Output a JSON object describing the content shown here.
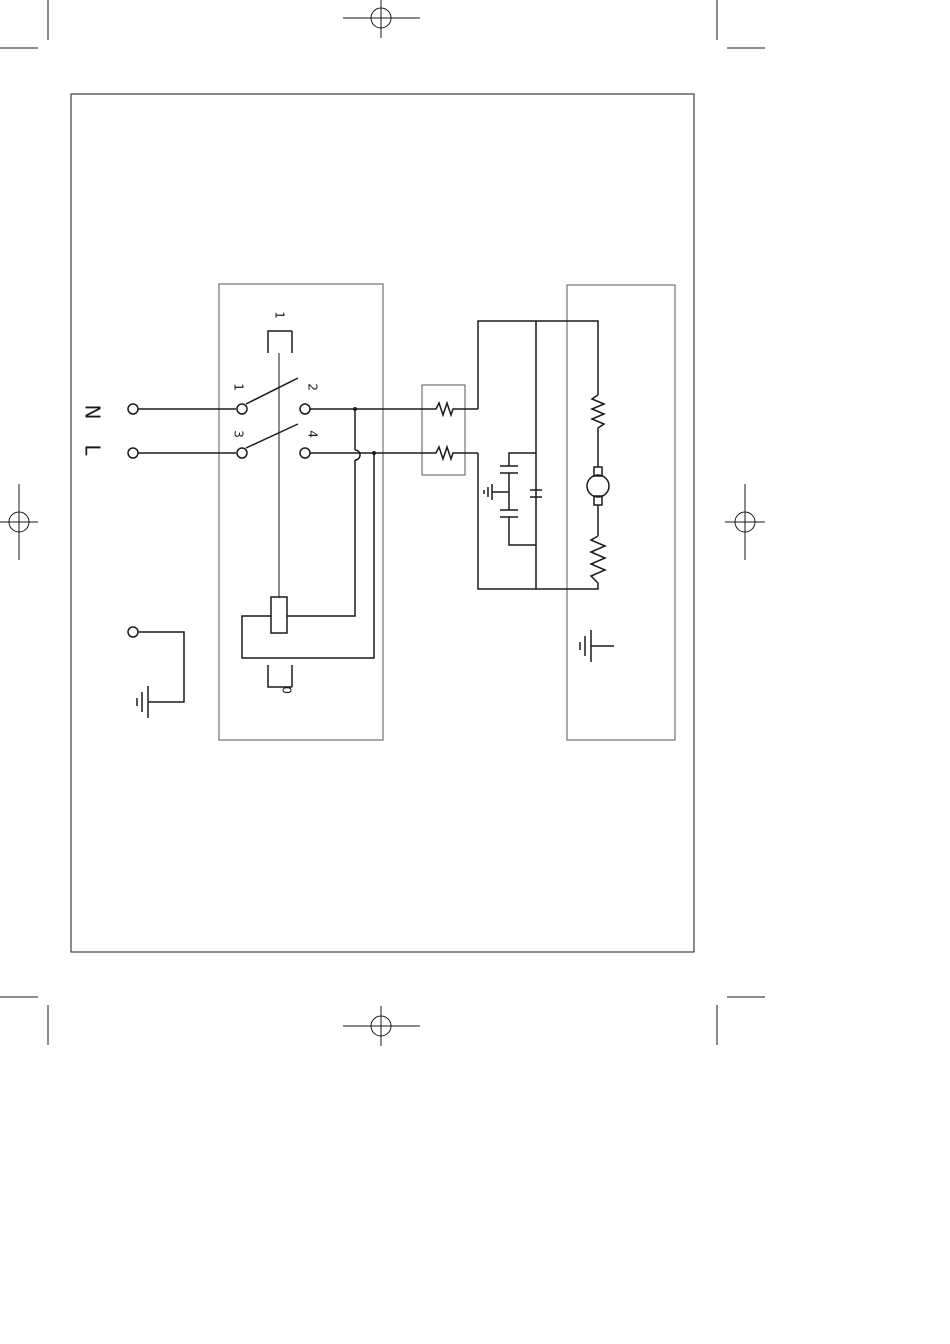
{
  "diagram": {
    "supply_labels": {
      "neutral": "N",
      "line": "L"
    },
    "switch_position_labels": {
      "on": "1",
      "off": "0"
    },
    "contact_labels": {
      "c1": "1",
      "c2": "2",
      "c3": "3",
      "c4": "4"
    }
  }
}
